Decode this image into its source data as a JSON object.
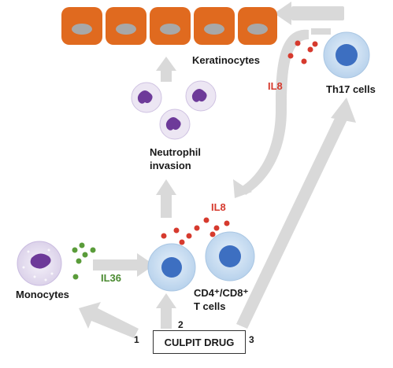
{
  "labels": {
    "keratinocytes": "Keratinocytes",
    "th17": "Th17 cells",
    "il8_top": "IL8",
    "neutrophil_line1": "Neutrophil",
    "neutrophil_line2": "invasion",
    "il8_mid": "IL8",
    "monocytes": "Monocytes",
    "il36": "IL36",
    "cd_line1": "CD4⁺/CD8⁺",
    "cd_line2": "T cells",
    "drug": "CULPIT DRUG"
  },
  "pathways": {
    "p1": "1",
    "p2": "2",
    "p3": "3"
  },
  "colors": {
    "keratinocyte_fill": "#e06a1f",
    "keratinocyte_nucleus": "#a8a8a8",
    "tcell_outer": "#cfe1f2",
    "tcell_nucleus": "#3d6fc1",
    "neutrophil_body": "#ece6f3",
    "neutrophil_nucleus": "#6d3a99",
    "il8_dot": "#d63a2e",
    "il36_dot": "#5a9c3a",
    "arrow": "#d9d9d9"
  }
}
